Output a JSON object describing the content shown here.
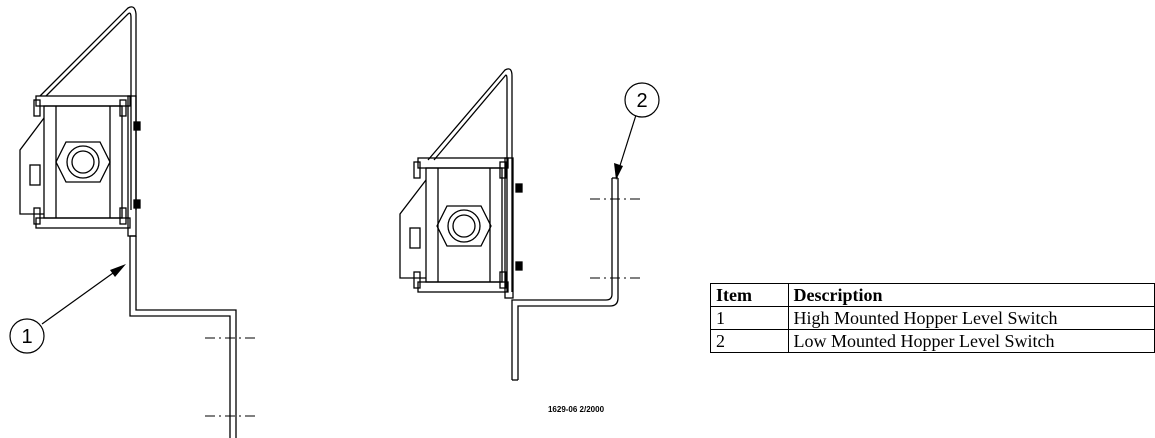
{
  "callouts": [
    {
      "label": "1"
    },
    {
      "label": "2"
    }
  ],
  "figure_id": "1629-06 2/2000",
  "parts_table": {
    "headers": [
      "Item",
      "Description"
    ],
    "rows": [
      {
        "item": "1",
        "description": "High Mounted Hopper Level Switch"
      },
      {
        "item": "2",
        "description": "Low Mounted Hopper Level Switch"
      }
    ]
  }
}
